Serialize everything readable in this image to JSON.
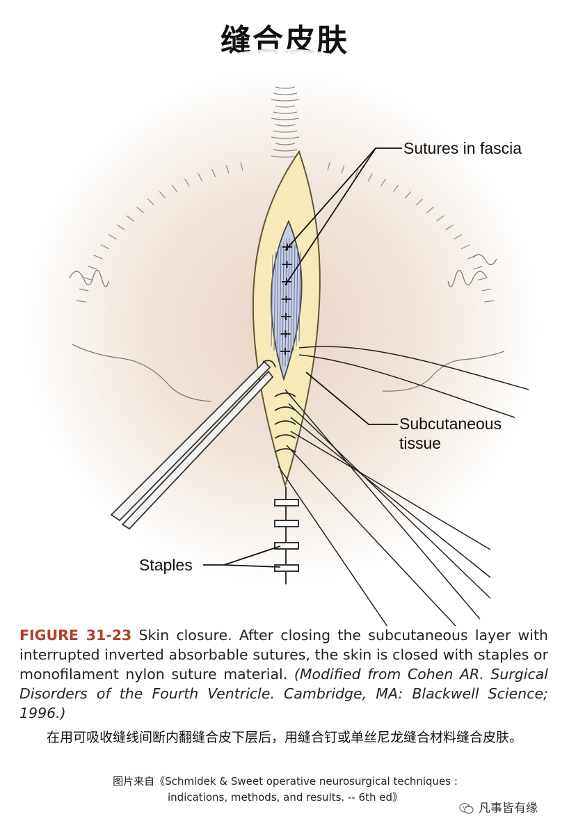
{
  "title": "缝合皮肤",
  "labels": {
    "sutures_in_fascia": "Sutures in fascia",
    "subcutaneous_line1": "Subcutaneous",
    "subcutaneous_line2": "tissue",
    "staples": "Staples"
  },
  "caption": {
    "figure_number": "FIGURE 31-23",
    "text": " Skin closure. After closing the subcutaneous layer with interrupted inverted absorbable sutures, the skin is closed with staples or monofilament nylon suture material. ",
    "citation": "(Modified from Cohen AR. Surgical Disorders of the Fourth Ventricle. Cambridge, MA: Blackwell Science; 1996.)"
  },
  "chinese_caption": "在用可吸收缝线间断内翻缝合皮下层后，用缝合钉或单丝尼龙缝合材料缝合皮肤。",
  "source_line1": "图片来自《Schmidek & Sweet operative neurosurgical techniques :",
  "source_line2": "indications, methods, and results. -- 6th ed》",
  "watermark": "凡事皆有缘",
  "colors": {
    "figure_number": "#b1402b",
    "subcutaneous": "#f6eab8",
    "fascia": "#c5cde6",
    "halo": "#e9d9c8"
  },
  "icons": [
    "wechat-watermark-icon"
  ]
}
